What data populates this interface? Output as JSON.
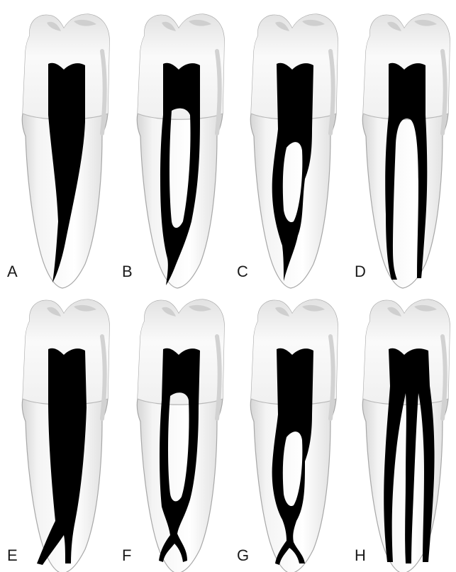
{
  "figure": {
    "panels": [
      {
        "label": "A"
      },
      {
        "label": "B"
      },
      {
        "label": "C"
      },
      {
        "label": "D"
      },
      {
        "label": "E"
      },
      {
        "label": "F"
      },
      {
        "label": "G"
      },
      {
        "label": "H"
      }
    ]
  },
  "colors": {
    "background": "#ffffff",
    "tooth_fill": "#f2f2f2",
    "tooth_shade": "#c9c9c9",
    "tooth_outline": "#9a9a9a",
    "canal": "#000000",
    "label": "#1a1a1a"
  }
}
